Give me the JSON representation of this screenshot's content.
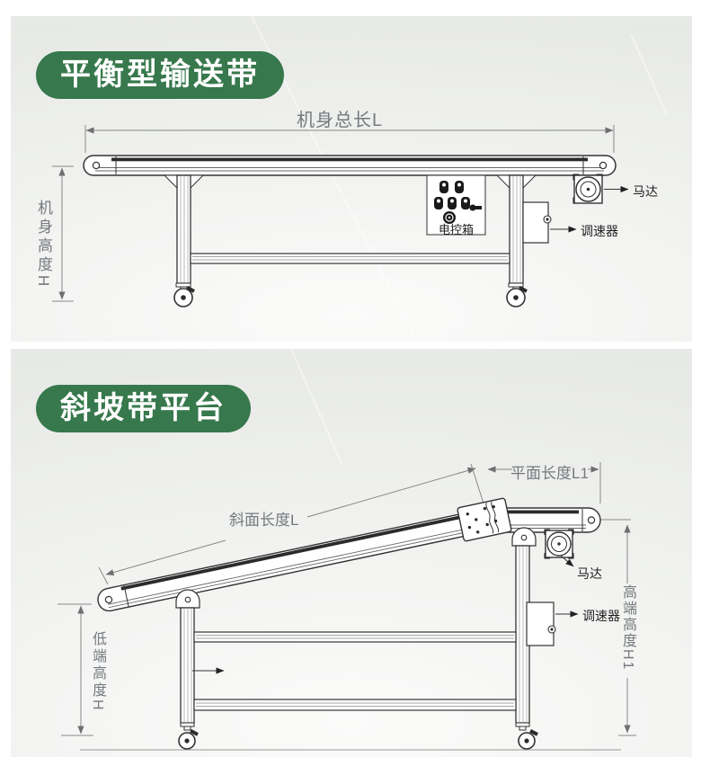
{
  "colors": {
    "badge_bg": "#37784C",
    "badge_text": "#ffffff",
    "dim_label_text": "#75797e",
    "callout_text": "#1f1f1f",
    "outline": "#333333",
    "dimension_line": "#888888"
  },
  "panel1": {
    "badge": "平衡型输送带",
    "labels": {
      "total_length": "机身总长L",
      "body_height": "机身高度H",
      "control_box": "电控箱",
      "motor": "马达",
      "speed_controller": "调速器"
    }
  },
  "panel2": {
    "badge": "斜坡带平台",
    "labels": {
      "platform_length": "平面长度L1",
      "slope_length": "斜面长度L",
      "low_height": "低端高度H",
      "high_height": "高端高度H1",
      "motor": "马达",
      "speed_controller": "调速器"
    }
  }
}
